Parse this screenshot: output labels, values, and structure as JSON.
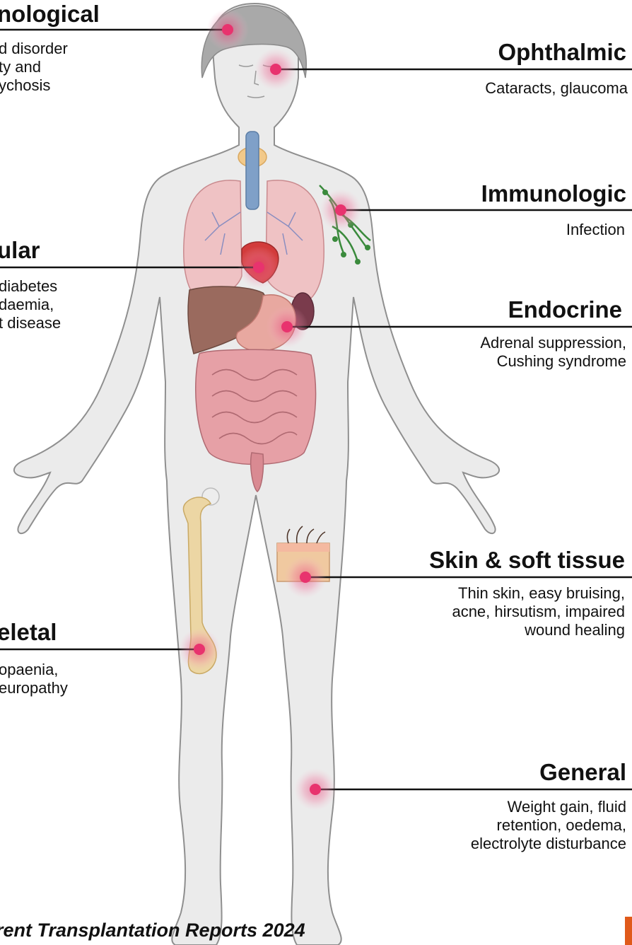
{
  "categories": {
    "neurological": {
      "title": "nological",
      "text": "d disorder\nty and\nychosis"
    },
    "ophthalmic": {
      "title": "Ophthalmic",
      "text": "Cataracts, glaucoma"
    },
    "immunologic": {
      "title": "Immunologic",
      "text": "Infection"
    },
    "cardiovascular": {
      "title": "ular",
      "text": "diabetes\ndaemia,\nt disease"
    },
    "endocrine": {
      "title": "Endocrine",
      "text": "Adrenal suppression,\nCushing syndrome"
    },
    "skin": {
      "title": "Skin & soft tissue",
      "text": "Thin skin, easy bruising,\nacne, hirsutism, impaired\nwound healing"
    },
    "musculoskeletal": {
      "title": "eletal",
      "text": "opaenia,\neuropathy"
    },
    "general": {
      "title": "General",
      "text": "Weight gain, fluid\nretention, oedema,\nelectrolyte disturbance"
    }
  },
  "footer": "rent Transplantation Reports 2024",
  "colors": {
    "marker": "#e8336e",
    "marker_glow": "#f7b9cd",
    "body_fill": "#ebebeb",
    "hair": "#a9a9a9",
    "organ_pink": "#e6a0a6",
    "liver": "#9a6a5e",
    "lymph_green": "#3a8a3c",
    "bone": "#ecd6a4",
    "corner_accent": "#e05a1a"
  }
}
